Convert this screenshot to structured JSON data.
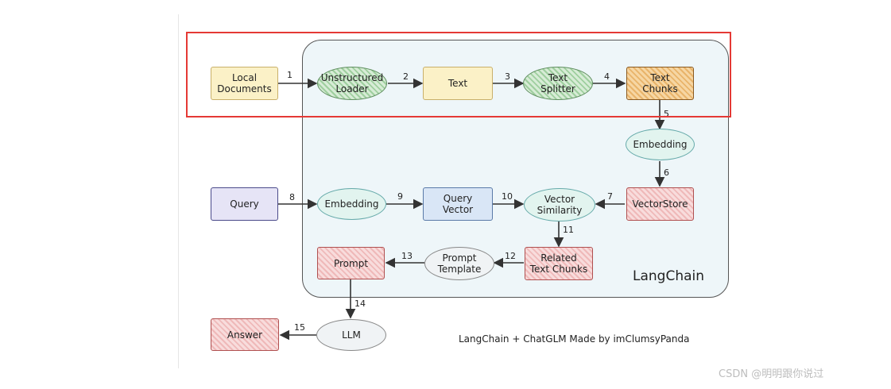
{
  "frame_label": "LangChain",
  "nodes": {
    "local_documents": "Local\nDocuments",
    "unstructured_loader": "Unstructured\nLoader",
    "text": "Text",
    "text_splitter": "Text\nSplitter",
    "text_chunks": "Text\nChunks",
    "embedding_top": "Embedding",
    "vectorstore": "VectorStore",
    "query": "Query",
    "embedding_query": "Embedding",
    "query_vector": "Query\nVector",
    "vector_similarity": "Vector\nSimilarity",
    "related_text_chunks": "Related\nText Chunks",
    "prompt_template": "Prompt\nTemplate",
    "prompt": "Prompt",
    "llm": "LLM",
    "answer": "Answer"
  },
  "step_labels": [
    "1",
    "2",
    "3",
    "4",
    "5",
    "6",
    "7",
    "8",
    "9",
    "10",
    "11",
    "12",
    "13",
    "14",
    "15"
  ],
  "footer": "LangChain + ChatGLM Made by imClumsyPanda",
  "watermark": "CSDN @明明跟你说过"
}
